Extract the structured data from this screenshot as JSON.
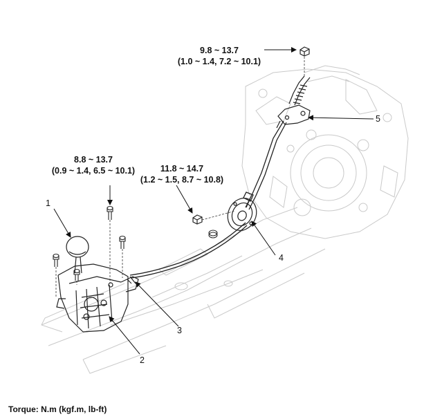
{
  "torque_specs": [
    {
      "id": "cable_nut",
      "value": "9.8 ~ 13.7",
      "alt": "(1.0 ~ 1.4, 7.2 ~ 10.1)"
    },
    {
      "id": "lever_bolts",
      "value": "8.8 ~ 13.7",
      "alt": "(0.9 ~ 1.4, 6.5 ~ 10.1)"
    },
    {
      "id": "floor_nut",
      "value": "11.8 ~ 14.7",
      "alt": "(1.2 ~ 1.5, 8.7 ~ 10.8)"
    }
  ],
  "callouts": [
    "1",
    "2",
    "3",
    "4",
    "5"
  ],
  "legend": "Torque: N.m (kgf.m, lb-ft)"
}
